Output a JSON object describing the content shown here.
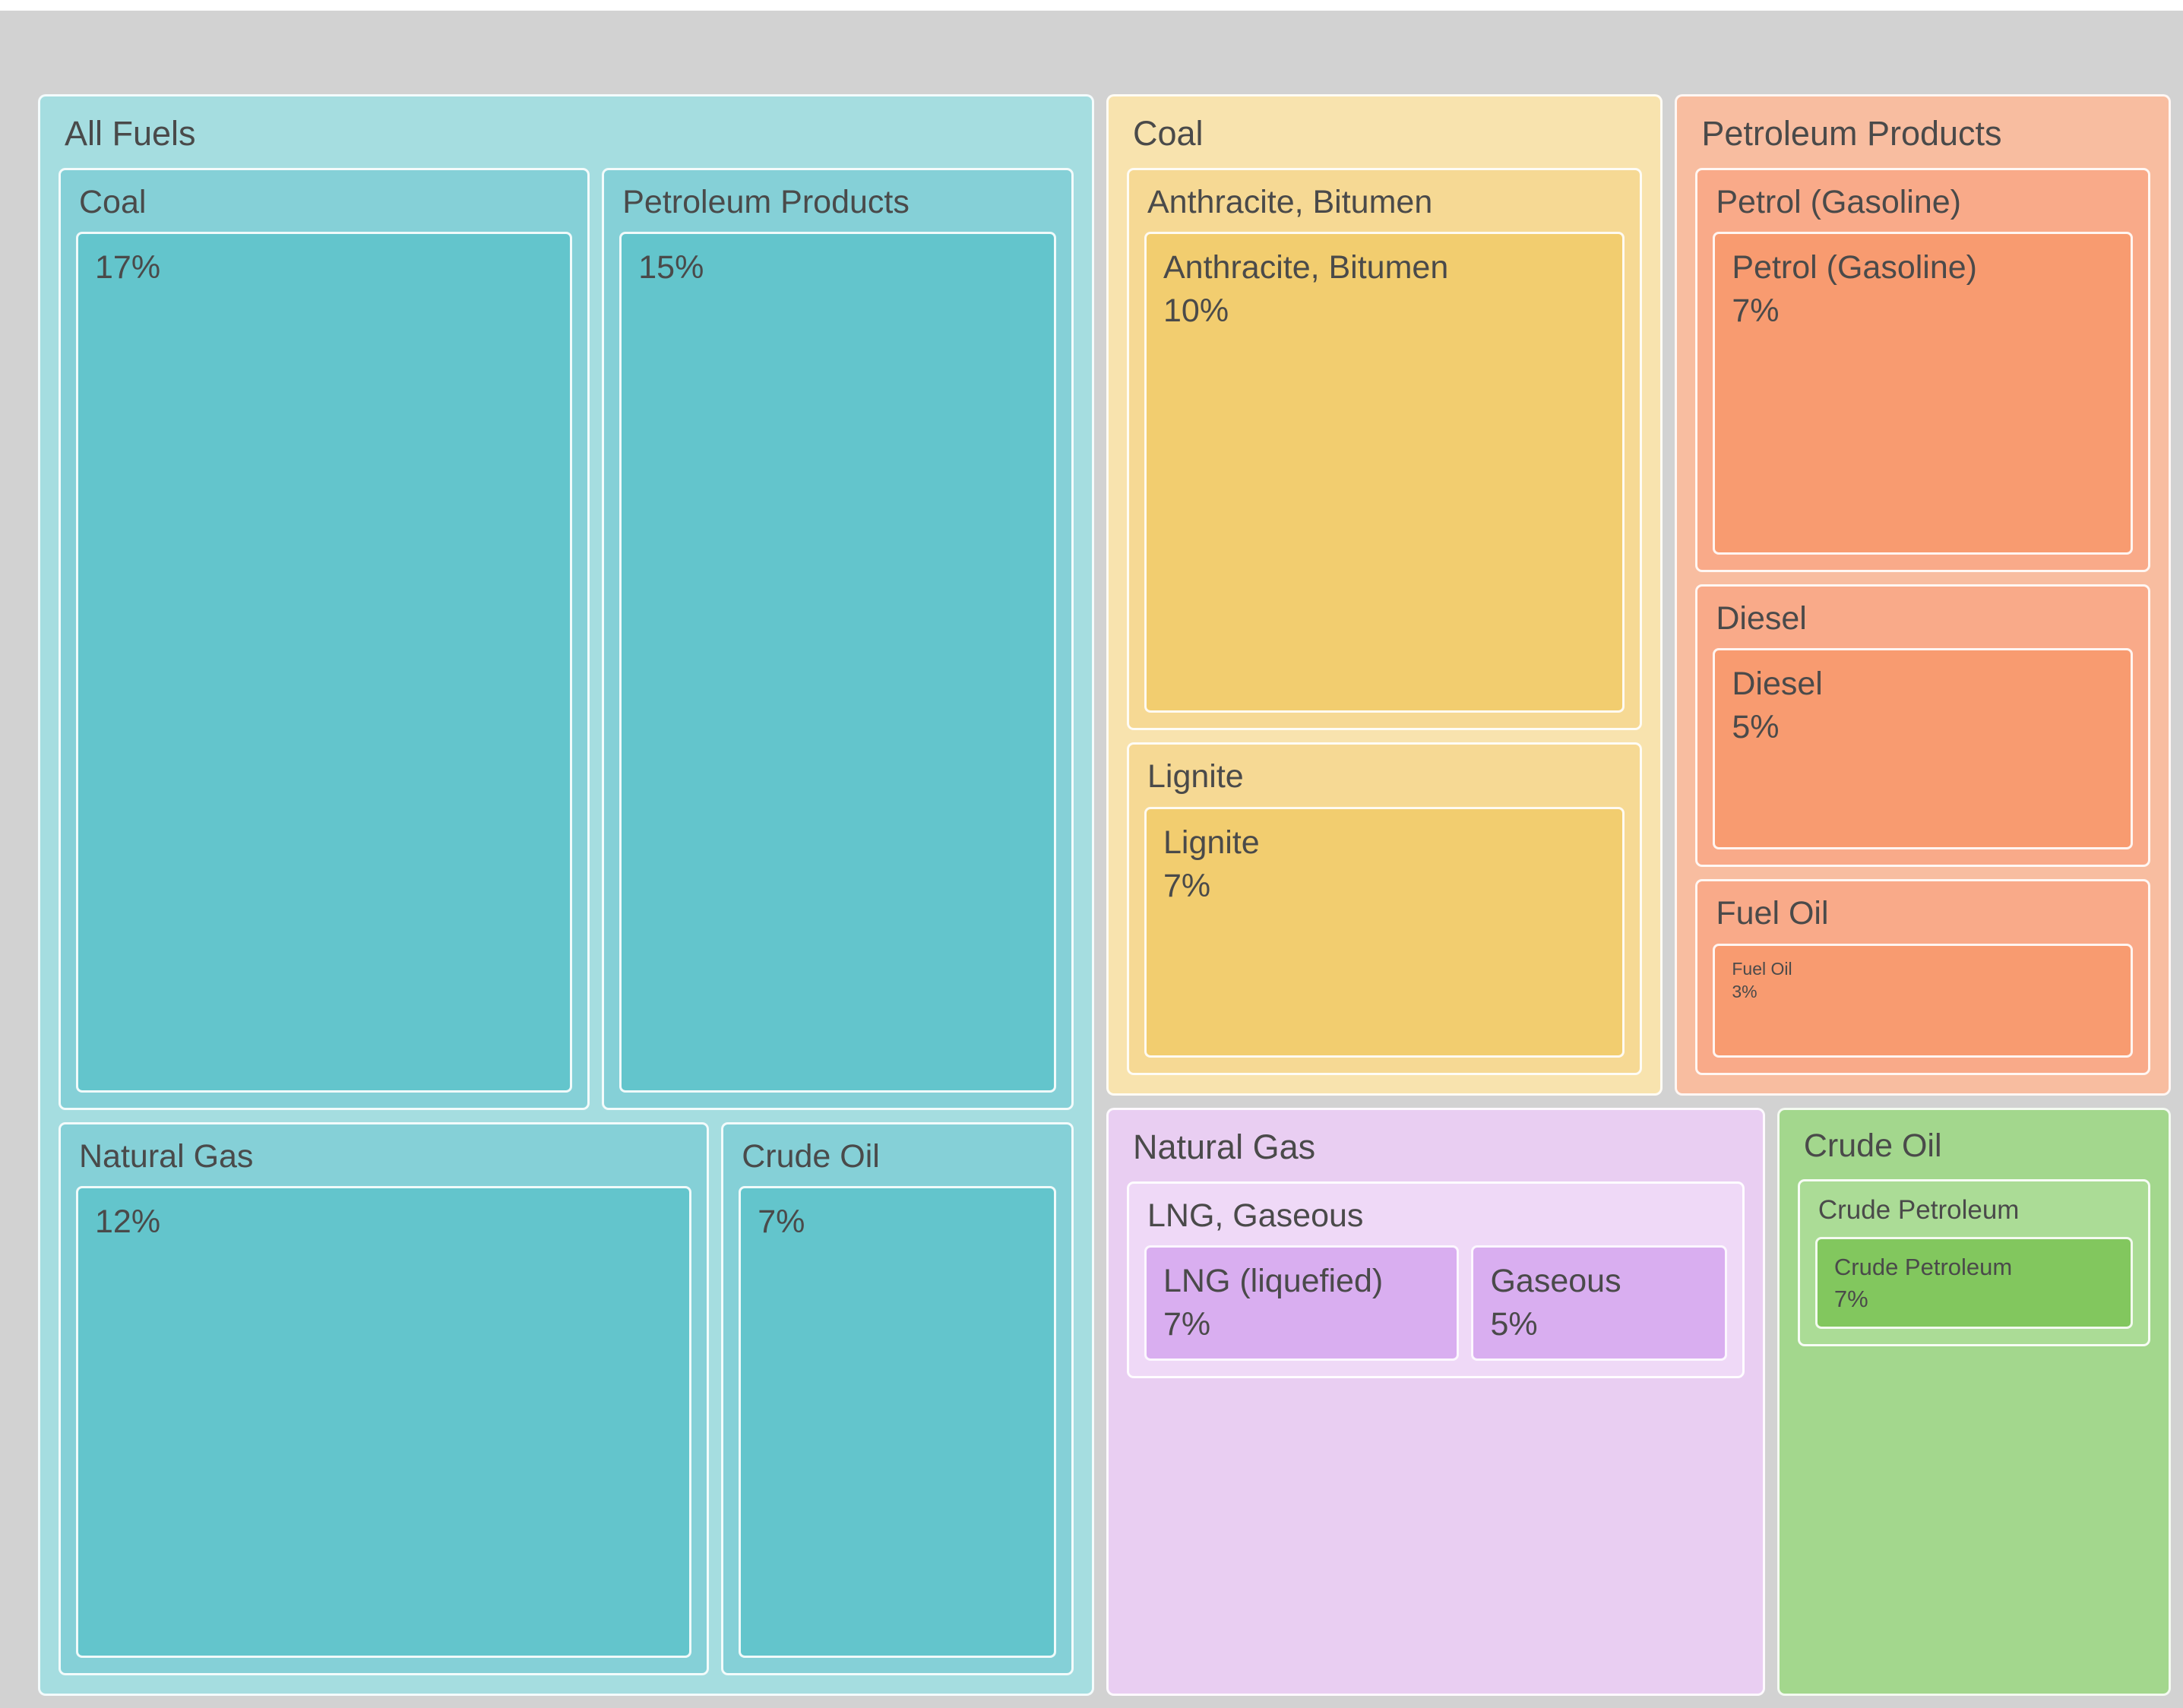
{
  "chart_data": {
    "type": "treemap",
    "unit": "%",
    "background": "#d2d2d2",
    "text_color": "#4a4a4a",
    "legend": "none",
    "groups": [
      {
        "label": "All Fuels",
        "color": "#a5dde0",
        "children": [
          {
            "label": "Coal",
            "pct": "17%",
            "value": 17
          },
          {
            "label": "Petroleum Products",
            "pct": "15%",
            "value": 15
          },
          {
            "label": "Natural Gas",
            "pct": "12%",
            "value": 12
          },
          {
            "label": "Crude Oil",
            "pct": "7%",
            "value": 7
          }
        ]
      },
      {
        "label": "Coal",
        "color": "#f8e3ae",
        "children": [
          {
            "label": "Anthracite, Bitumen",
            "leaf_label": "Anthracite, Bitumen",
            "pct": "10%",
            "value": 10
          },
          {
            "label": "Lignite",
            "leaf_label": "Lignite",
            "pct": "7%",
            "value": 7
          }
        ]
      },
      {
        "label": "Petroleum Products",
        "color": "#f8bda0",
        "children": [
          {
            "label": "Petrol (Gasoline)",
            "leaf_label": "Petrol (Gasoline)",
            "pct": "7%",
            "value": 7
          },
          {
            "label": "Diesel",
            "leaf_label": "Diesel",
            "pct": "5%",
            "value": 5
          },
          {
            "label": "Fuel Oil",
            "leaf_label": "Fuel Oil",
            "pct": "3%",
            "value": 3
          }
        ]
      },
      {
        "label": "Natural Gas",
        "color": "#e9cef2",
        "children": [
          {
            "label": "LNG, Gaseous",
            "children": [
              {
                "label": "LNG (liquefied)",
                "pct": "7%",
                "value": 7
              },
              {
                "label": "Gaseous",
                "pct": "5%",
                "value": 5
              }
            ]
          }
        ]
      },
      {
        "label": "Crude Oil",
        "color": "#a3d78d",
        "children": [
          {
            "label": "Crude Petroleum",
            "leaf_label": "Crude Petroleum",
            "pct": "7%",
            "value": 7
          }
        ]
      }
    ]
  }
}
